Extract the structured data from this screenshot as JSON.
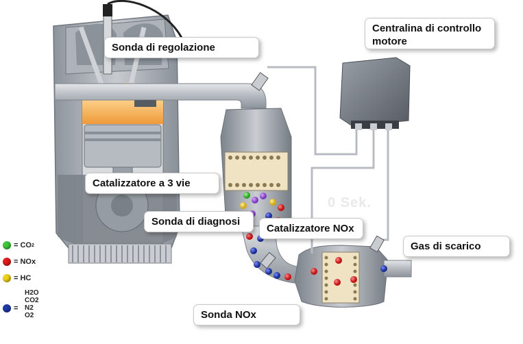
{
  "callouts": {
    "sonda_regolazione": "Sonda di regolazione",
    "centralina_line1": "Centralina di controllo",
    "centralina_line2": "motore",
    "catalizzatore_3vie": "Catalizzatore a 3 vie",
    "sonda_diagnosi": "Sonda di diagnosi",
    "catalizzatore_nox": "Catalizzatore NOx",
    "gas_scarico": "Gas di scarico",
    "sonda_nox": "Sonda NOx"
  },
  "timer_text": "0 Sek.",
  "legend": {
    "items": [
      {
        "label": "= CO",
        "sub": "2",
        "color": "#3ec93a"
      },
      {
        "label": "= NOx",
        "sub": "",
        "color": "#e21b1b"
      },
      {
        "label": "= HC",
        "sub": "",
        "color": "#f0d21a"
      }
    ],
    "multi": {
      "color": "#1f3aa8",
      "lines": [
        "H2O",
        "CO2",
        "N2",
        "O2"
      ]
    }
  },
  "colors": {
    "engine_gray": "#9aa0a8",
    "pipe_gray": "#c9cdd2",
    "hot_orange": "#f2a64a",
    "ecu_dark": "#6b7078",
    "wire_gray": "#b8bcc2"
  }
}
